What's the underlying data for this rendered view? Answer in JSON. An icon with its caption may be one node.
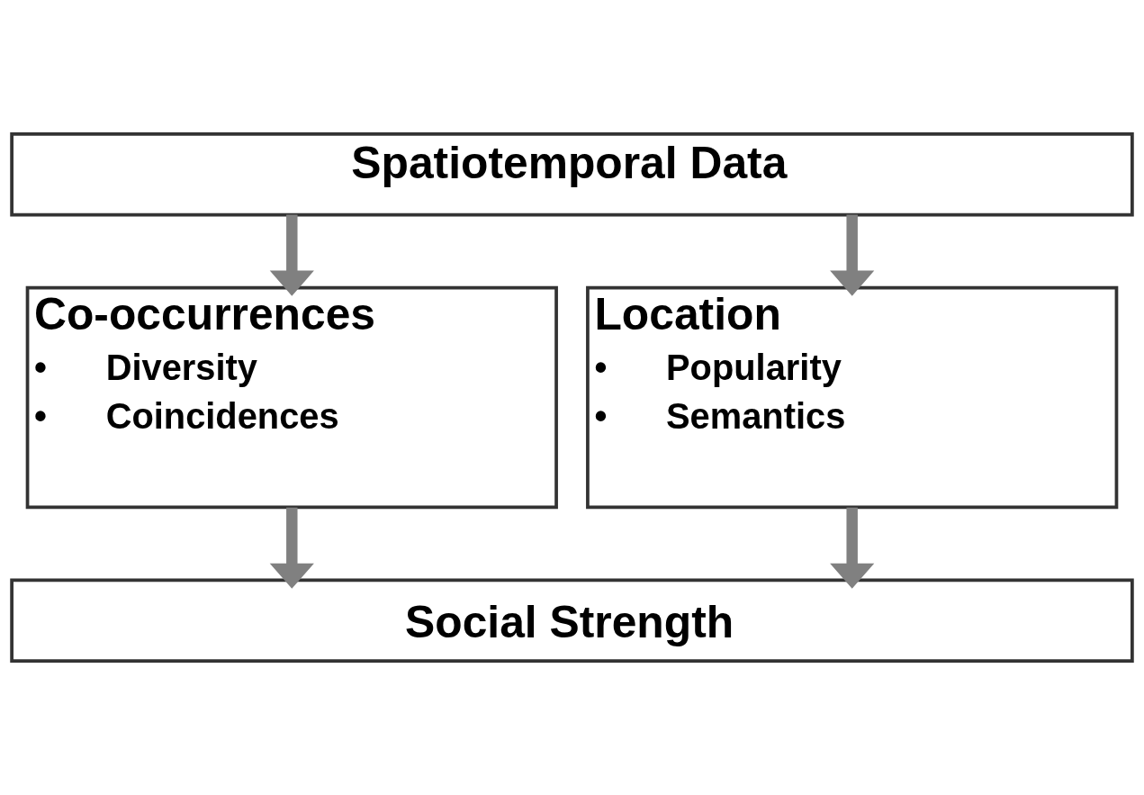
{
  "diagram": {
    "nodes": [
      {
        "text": [
          "Spatiotemporal Data"
        ]
      },
      {
        "text": [
          "Co-occurrences",
          "•",
          "Diversity",
          "•",
          "Coincidences"
        ]
      },
      {
        "text": [
          "Location",
          "•",
          "Popularity",
          "•",
          "Semantics"
        ]
      },
      {
        "text": [
          "Social Strength"
        ]
      }
    ],
    "edges": [
      {
        "from": 0,
        "to": 1,
        "arrow": "to"
      },
      {
        "from": 0,
        "to": 2,
        "arrow": "to"
      },
      {
        "from": 1,
        "to": 3,
        "arrow": "to"
      },
      {
        "from": 2,
        "to": 3,
        "arrow": "to"
      }
    ]
  }
}
